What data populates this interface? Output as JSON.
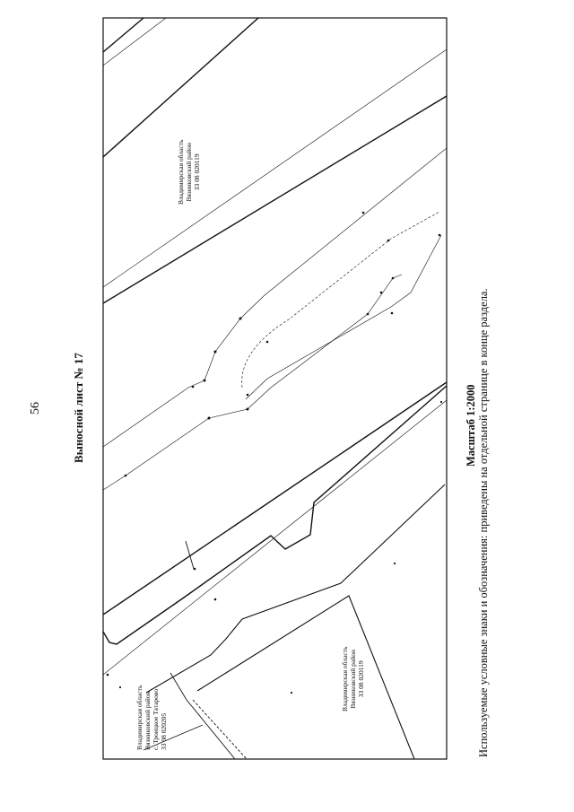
{
  "page_number": "56",
  "sheet_title": "Выносной лист № 17",
  "scale": "Масштаб 1:2000",
  "legend_note": "Используемые условные знаки и обозначения: приведены на отдельной странице в конце раздела.",
  "parcels": {
    "north": {
      "region": "Владимирская область",
      "district": "Вязниковский район",
      "cadastral": "33 08 020119"
    },
    "south": {
      "region": "Владимирская область",
      "district": "Вязниковский район",
      "cadastral": "33 08 020119"
    },
    "village": {
      "region": "Владимирская область",
      "district": "Вязниковский район",
      "locality": "с. Троицкое Татарово",
      "cadastral": "33 08 020205"
    }
  }
}
